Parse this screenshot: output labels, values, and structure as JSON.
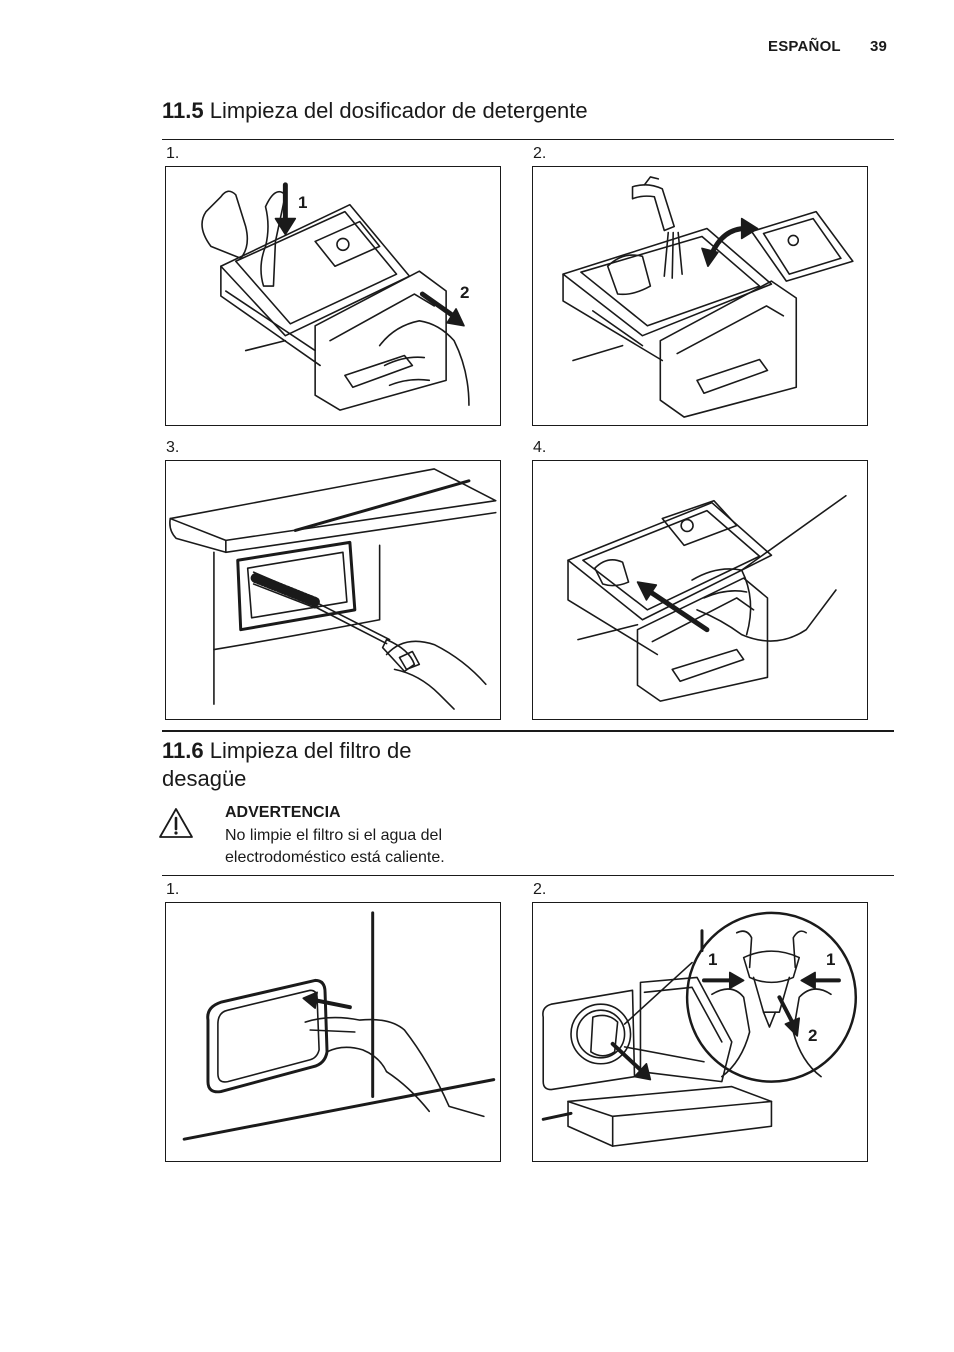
{
  "header": {
    "section": "ESPAÑOL",
    "page_number": "39"
  },
  "section_11_5": {
    "number": "11.5",
    "title": "Limpieza del dosificador de detergente",
    "steps": [
      {
        "label": "1.",
        "callouts": [
          "1",
          "2"
        ]
      },
      {
        "label": "2."
      },
      {
        "label": "3."
      },
      {
        "label": "4."
      }
    ]
  },
  "section_11_6": {
    "number": "11.6",
    "title_line1": "Limpieza del filtro de",
    "title_line2": "desagüe",
    "warning": {
      "title": "ADVERTENCIA",
      "line1": "No limpie el filtro si el agua del",
      "line2": "electrodoméstico está caliente."
    },
    "steps": [
      {
        "label": "1."
      },
      {
        "label": "2.",
        "callouts": [
          "1",
          "1",
          "2"
        ]
      }
    ]
  },
  "colors": {
    "ink": "#1a1a1a",
    "paper": "#ffffff"
  }
}
